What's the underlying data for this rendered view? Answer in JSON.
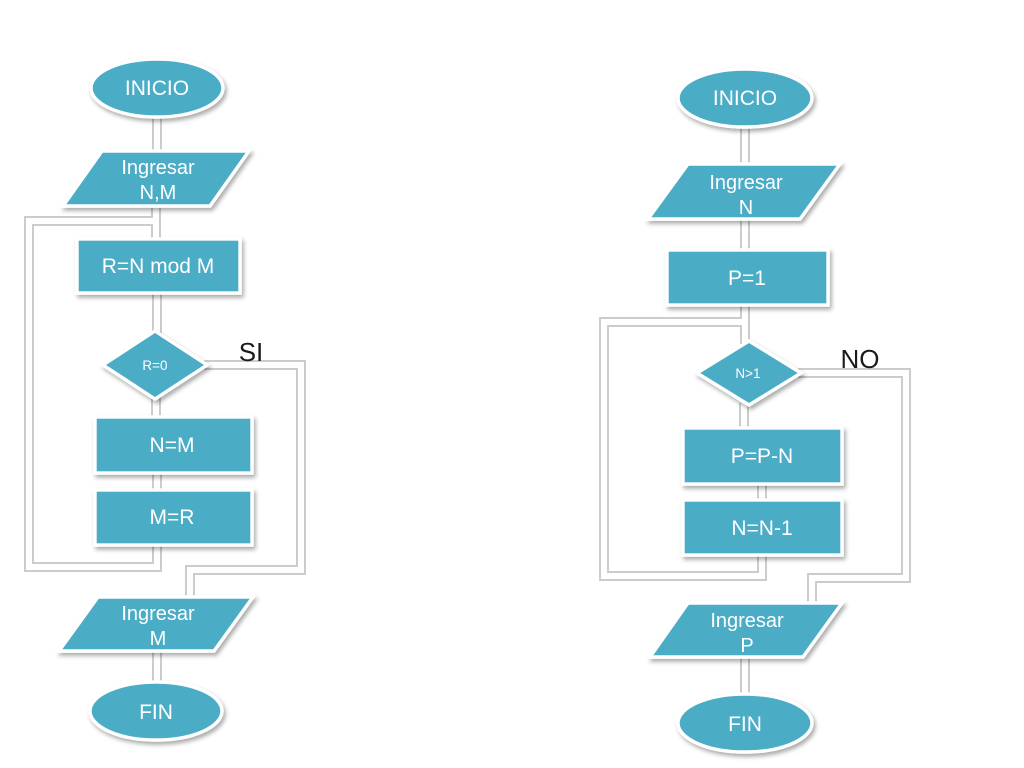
{
  "palette": {
    "background": "#FFFFFF",
    "shape_fill": "#4BACC6",
    "shape_border": "#FFFFFF",
    "shape_text": "#FFFFFF",
    "branch_label_color": "#1A1A1A",
    "connector_fill": "#FFFFFF",
    "connector_edge": "#CCCCCC"
  },
  "flowcharts": [
    {
      "name": "mod-loop-flowchart",
      "start": "INICIO",
      "input_top": {
        "line1": "Ingresar",
        "line2": "N,M"
      },
      "process1": "R=N mod M",
      "decision": "R=0",
      "branch": "SI",
      "process2": "N=M",
      "process3": "M=R",
      "input_bottom": {
        "line1": "Ingresar",
        "line2": "M"
      },
      "end": "FIN"
    },
    {
      "name": "subtraction-loop-flowchart",
      "start": "INICIO",
      "input_top": {
        "line1": "Ingresar",
        "line2": "N"
      },
      "process1": "P=1",
      "decision": "N>1",
      "branch": "NO",
      "process2": "P=P-N",
      "process3": "N=N-1",
      "input_bottom": {
        "line1": "Ingresar",
        "line2": "P"
      },
      "end": "FIN"
    }
  ]
}
